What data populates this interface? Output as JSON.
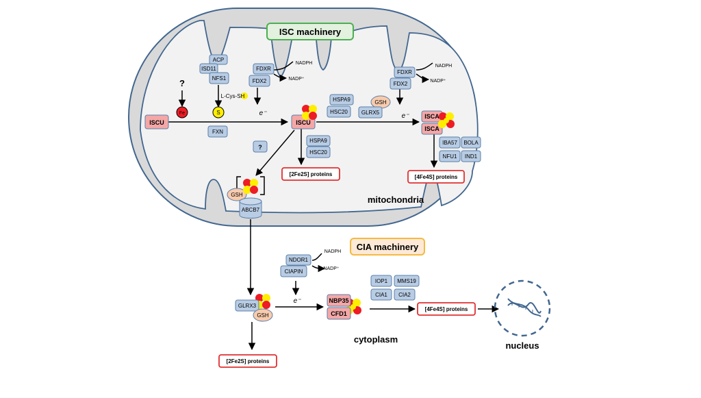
{
  "labels": {
    "isc_machinery": "ISC machinery",
    "cia_machinery": "CIA machinery",
    "mitochondria": "mitochondria",
    "cytoplasm": "cytoplasm",
    "nucleus": "nucleus"
  },
  "mito": {
    "iscu_left": "ISCU",
    "iscu_center": "ISCU",
    "acp": "ACP",
    "isd11": "ISD11",
    "nfs1": "NFS1",
    "fxn": "FXN",
    "unknown_fe_source": "?",
    "unknown_transport": "?",
    "fe": "Fe",
    "s": "S",
    "lcys_prefix": "L-Cys-",
    "lcys_sh": "SH",
    "fdxr_1": "FDXR",
    "fdx2_1": "FDX2",
    "nadph_1": "NADPH",
    "nadp_1": "NADP⁺",
    "electron_1": "e⁻",
    "fdxr_2": "FDXR",
    "fdx2_2": "FDX2",
    "nadph_2": "NADPH",
    "nadp_2": "NADP⁺",
    "electron_2": "e⁻",
    "hspa9_1": "HSPA9",
    "hsc20_1": "HSC20",
    "gsh_1": "GSH",
    "glrx5": "GLRX5",
    "hspa9_2": "HSPA9",
    "hsc20_2": "HSC20",
    "isca_1": "ISCA",
    "isca_2": "ISCA",
    "iba57": "IBA57",
    "bola": "BOLA",
    "nfu1": "NFU1",
    "ind1": "IND1",
    "fe2s2_proteins": "[2Fe2S] proteins",
    "fe4s4_proteins": "[4Fe4S] proteins",
    "gsh_2": "GSH",
    "abcb7": "ABCB7"
  },
  "cyto": {
    "glrx3": "GLRX3",
    "gsh_3": "GSH",
    "fe2s2_proteins": "[2Fe2S] proteins",
    "ndor1": "NDOR1",
    "ciapin": "CIAPIN",
    "nadph": "NADPH",
    "nadp": "NADP⁺",
    "electron": "e⁻",
    "nbp35": "NBP35",
    "cfd1": "CFD1",
    "iop1": "IOP1",
    "mms19": "MMS19",
    "cia1": "CIA1",
    "cia2": "CIA2",
    "fe4s4_proteins": "[4Fe4S] proteins"
  },
  "colors": {
    "protein_blue": "#b8cce4",
    "protein_stroke": "#5b7fa8",
    "iscu_pink": "#f4a7a7",
    "gsh_peach": "#f8cbad",
    "output_red": "#e03030",
    "membrane": "#d9d9d9",
    "membrane_stroke": "#41668f",
    "cluster_red": "#ee1c24",
    "cluster_yellow": "#ffee00",
    "isc_box_border": "#4caf50",
    "isc_box_fill": "#e3f1df",
    "cia_box_border": "#f5b942",
    "cia_box_fill": "#fde9d6"
  }
}
